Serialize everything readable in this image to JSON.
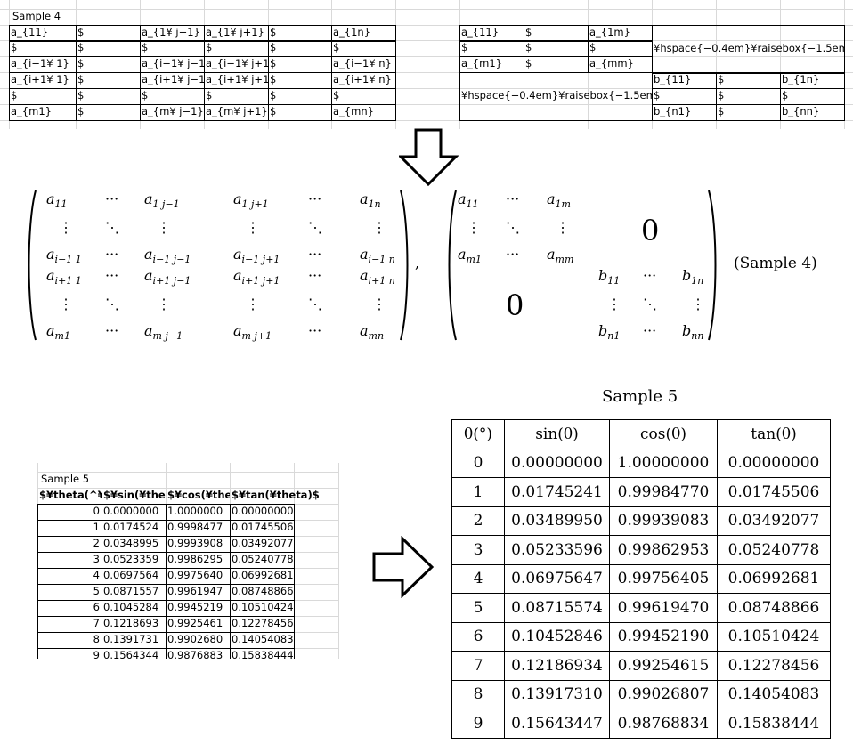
{
  "sheet4": {
    "title": "Sample 4",
    "left_block": [
      [
        "a_{11}",
        "$",
        "a_{1¥ j−1}",
        "a_{1¥ j+1}",
        "$",
        "a_{1n}"
      ],
      [
        "$",
        "$",
        "$",
        "$",
        "$",
        "$"
      ],
      [
        "a_{i−1¥ 1}",
        "$",
        "a_{i−1¥ j−1",
        "a_{i−1¥ j+1",
        "$",
        "a_{i−1¥ n}"
      ],
      [
        "a_{i+1¥ 1}",
        "$",
        "a_{i+1¥ j−1",
        "a_{i+1¥ j+1",
        "$",
        "a_{i+1¥ n}"
      ],
      [
        "$",
        "$",
        "$",
        "$",
        "$",
        "$"
      ],
      [
        "a_{m1}",
        "$",
        "a_{m¥ j−1}",
        "a_{m¥ j+1}",
        "$",
        "a_{mn}"
      ]
    ],
    "right_top": [
      [
        "a_{11}",
        "$",
        "a_{1m}"
      ],
      [
        "$",
        "$",
        "$"
      ],
      [
        "a_{m1}",
        "$",
        "a_{mm}"
      ]
    ],
    "hspace_text": "¥hspace{−0.4em}¥raisebox{−1.5em",
    "hspace_text_2": "¥hspace{−0.4em}¥raisebox{−1.5em",
    "right_bottom": [
      [
        "b_{11}",
        "$",
        "b_{1n}"
      ],
      [
        "$",
        "$",
        "$"
      ],
      [
        "b_{n1}",
        "$",
        "b_{nn}"
      ]
    ]
  },
  "matrix4": {
    "label": "(Sample 4)",
    "comma": ",",
    "left": [
      [
        {
          "b": "a",
          "s": "11"
        },
        {
          "t": "···"
        },
        {
          "b": "a",
          "s": "1 j−1"
        },
        {
          "b": "a",
          "s": "1 j+1"
        },
        {
          "t": "···"
        },
        {
          "b": "a",
          "s": "1n"
        }
      ],
      [
        {
          "t": "⋮"
        },
        {
          "t": "⋱"
        },
        {
          "t": "⋮"
        },
        {
          "t": "⋮"
        },
        {
          "t": "⋱"
        },
        {
          "t": "⋮"
        }
      ],
      [
        {
          "b": "a",
          "s": "i−1 1"
        },
        {
          "t": "···"
        },
        {
          "b": "a",
          "s": "i−1 j−1"
        },
        {
          "b": "a",
          "s": "i−1 j+1"
        },
        {
          "t": "···"
        },
        {
          "b": "a",
          "s": "i−1 n"
        }
      ],
      [
        {
          "b": "a",
          "s": "i+1 1"
        },
        {
          "t": "···"
        },
        {
          "b": "a",
          "s": "i+1 j−1"
        },
        {
          "b": "a",
          "s": "i+1 j+1"
        },
        {
          "t": "···"
        },
        {
          "b": "a",
          "s": "i+1 n"
        }
      ],
      [
        {
          "t": "⋮"
        },
        {
          "t": "⋱"
        },
        {
          "t": "⋮"
        },
        {
          "t": "⋮"
        },
        {
          "t": "⋱"
        },
        {
          "t": "⋮"
        }
      ],
      [
        {
          "b": "a",
          "s": "m1"
        },
        {
          "t": "···"
        },
        {
          "b": "a",
          "s": "m j−1"
        },
        {
          "b": "a",
          "s": "m j+1"
        },
        {
          "t": "···"
        },
        {
          "b": "a",
          "s": "mn"
        }
      ]
    ],
    "right_a": [
      [
        {
          "b": "a",
          "s": "11"
        },
        {
          "t": "···"
        },
        {
          "b": "a",
          "s": "1m"
        }
      ],
      [
        {
          "t": "⋮"
        },
        {
          "t": "⋱"
        },
        {
          "t": "⋮"
        }
      ],
      [
        {
          "b": "a",
          "s": "m1"
        },
        {
          "t": "···"
        },
        {
          "b": "a",
          "s": "mm"
        }
      ]
    ],
    "right_b": [
      [
        {
          "b": "b",
          "s": "11"
        },
        {
          "t": "···"
        },
        {
          "b": "b",
          "s": "1n"
        }
      ],
      [
        {
          "t": "⋮"
        },
        {
          "t": "⋱"
        },
        {
          "t": "⋮"
        }
      ],
      [
        {
          "b": "b",
          "s": "n1"
        },
        {
          "t": "···"
        },
        {
          "b": "b",
          "s": "nn"
        }
      ]
    ],
    "zero": "0"
  },
  "sheet5": {
    "title": "Sample 5",
    "headers": [
      "$¥theta(^¥",
      "$¥sin(¥the",
      "$¥cos(¥the",
      "$¥tan(¥theta)$"
    ],
    "rows": [
      [
        "0",
        "0.0000000",
        "1.0000000",
        "0.00000000"
      ],
      [
        "1",
        "0.0174524",
        "0.9998477",
        "0.01745506"
      ],
      [
        "2",
        "0.0348995",
        "0.9993908",
        "0.03492077"
      ],
      [
        "3",
        "0.0523359",
        "0.9986295",
        "0.05240778"
      ],
      [
        "4",
        "0.0697564",
        "0.9975640",
        "0.06992681"
      ],
      [
        "5",
        "0.0871557",
        "0.9961947",
        "0.08748866"
      ],
      [
        "6",
        "0.1045284",
        "0.9945219",
        "0.10510424"
      ],
      [
        "7",
        "0.1218693",
        "0.9925461",
        "0.12278456"
      ],
      [
        "8",
        "0.1391731",
        "0.9902680",
        "0.14054083"
      ],
      [
        "9",
        "0.1564344",
        "0.9876883",
        "0.15838444"
      ]
    ]
  },
  "table5": {
    "caption": "Sample 5",
    "headers": [
      "θ(°)",
      "sin(θ)",
      "cos(θ)",
      "tan(θ)"
    ],
    "rows": [
      [
        "0",
        "0.00000000",
        "1.00000000",
        "0.00000000"
      ],
      [
        "1",
        "0.01745241",
        "0.99984770",
        "0.01745506"
      ],
      [
        "2",
        "0.03489950",
        "0.99939083",
        "0.03492077"
      ],
      [
        "3",
        "0.05233596",
        "0.99862953",
        "0.05240778"
      ],
      [
        "4",
        "0.06975647",
        "0.99756405",
        "0.06992681"
      ],
      [
        "5",
        "0.08715574",
        "0.99619470",
        "0.08748866"
      ],
      [
        "6",
        "0.10452846",
        "0.99452190",
        "0.10510424"
      ],
      [
        "7",
        "0.12186934",
        "0.99254615",
        "0.12278456"
      ],
      [
        "8",
        "0.13917310",
        "0.99026807",
        "0.14054083"
      ],
      [
        "9",
        "0.15643447",
        "0.98768834",
        "0.15838444"
      ]
    ]
  }
}
